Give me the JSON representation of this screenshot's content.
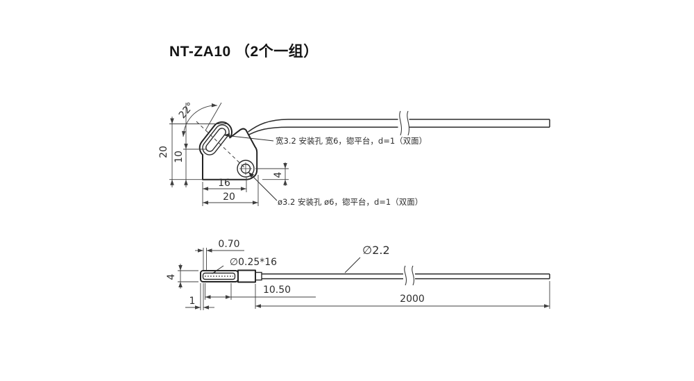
{
  "title": "NT-ZA10 （2个一组）",
  "top_view": {
    "angle": "22°",
    "overall_height": "20",
    "slot_height": "10",
    "hole_offset_x": "16",
    "overall_width": "20",
    "hole_offset_y": "4",
    "slot_note": "宽3.2 安装孔 宽6，锪平台，d=1（双面）",
    "hole_note": "ø3.2 安装孔 ø6，锪平台，d=1（双面）"
  },
  "side_view": {
    "tip_offset": "0.70",
    "fiber_spec": "∅0.25*16",
    "head_height": "4",
    "fiber_inset": "1",
    "head_length": "10.50",
    "cable_diameter": "∅2.2",
    "cable_length": "2000"
  },
  "colors": {
    "line": "#3f3f3f",
    "outline": "#232323",
    "text": "#2d2d2d",
    "background": "#ffffff"
  }
}
